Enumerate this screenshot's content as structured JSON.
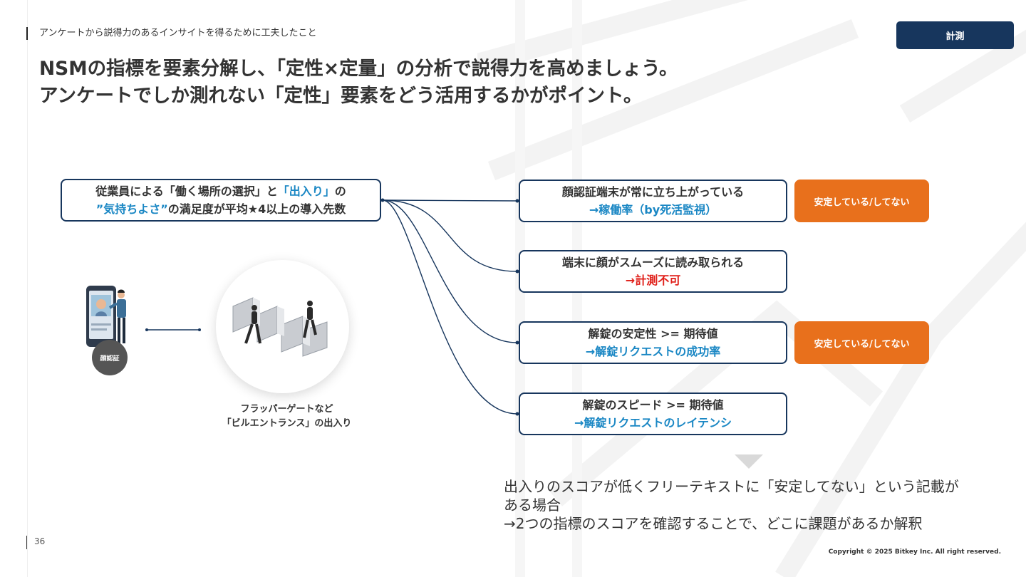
{
  "section_label": "アンケートから説得力のあるインサイトを得るために工夫したこと",
  "badge": "計測",
  "headline": {
    "line1": "NSMの指標を要素分解し、「定性×定量」の分析で説得力を高めましょう。",
    "line2": "アンケートでしか測れない「定性」要素をどう活用するかがポイント。"
  },
  "main_box": {
    "line1_a": "従業員による「働く場所の選択」と",
    "line1_b": "「出入り」",
    "line1_c": "の",
    "line2_a": "”気持ちよさ”",
    "line2_b": "の満足度が平均★4以上の導入先数"
  },
  "items": [
    {
      "title": "顔認証端末が常に立ち上がっている",
      "metric": "→稼働率（by死活監視）",
      "metric_color": "blue"
    },
    {
      "title": "端末に顔がスムーズに読み取られる",
      "metric": "→計測不可",
      "metric_color": "red"
    },
    {
      "title": "解錠の安定性 >= 期待値",
      "metric": "→解錠リクエストの成功率",
      "metric_color": "blue"
    },
    {
      "title": "解錠のスピード >= 期待値",
      "metric": "→解錠リクエストのレイテンシ",
      "metric_color": "blue"
    }
  ],
  "orange_buttons": [
    "安定している/してない",
    "安定している/してない"
  ],
  "face_label": "顔認証",
  "gate_caption": {
    "line1": "フラッパーゲートなど",
    "line2": "「ビルエントランス」の出入り"
  },
  "note": {
    "line1": "出入りのスコアが低くフリーテキストに「安定してない」という記載が",
    "line2": "ある場合",
    "line3": "→2つの指標のスコアを確認することで、どこに課題があるか解釈"
  },
  "page_number": "36",
  "copyright": "Copyright © 2025 Bitkey Inc. All right reserved.",
  "colors": {
    "navy": "#17365d",
    "orange": "#e8701c",
    "highlight_blue": "#1a87c4",
    "alert_red": "#e0201a"
  }
}
